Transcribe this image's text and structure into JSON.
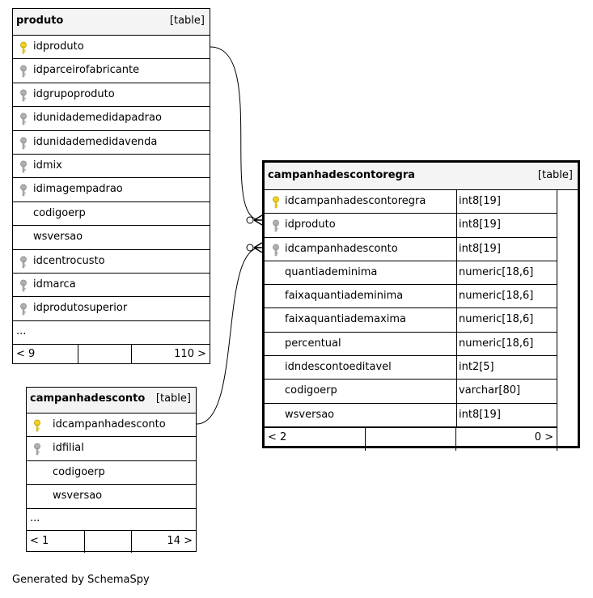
{
  "tables": {
    "produto": {
      "name": "produto",
      "kind": "[table]",
      "columns": [
        {
          "name": "idproduto",
          "key": "primary"
        },
        {
          "name": "idparceirofabricante",
          "key": "foreign"
        },
        {
          "name": "idgrupoproduto",
          "key": "foreign"
        },
        {
          "name": "idunidademedidapadrao",
          "key": "foreign"
        },
        {
          "name": "idunidademedidavenda",
          "key": "foreign"
        },
        {
          "name": "idmix",
          "key": "foreign"
        },
        {
          "name": "idimagempadrao",
          "key": "foreign"
        },
        {
          "name": "codigoerp",
          "key": "none"
        },
        {
          "name": "wsversao",
          "key": "none"
        },
        {
          "name": "idcentrocusto",
          "key": "foreign"
        },
        {
          "name": "idmarca",
          "key": "foreign"
        },
        {
          "name": "idprodutosuperior",
          "key": "foreign"
        }
      ],
      "ellipsis": "...",
      "footer_left": "< 9",
      "footer_right": "110 >"
    },
    "campanhadesconto": {
      "name": "campanhadesconto",
      "kind": "[table]",
      "columns": [
        {
          "name": "idcampanhadesconto",
          "key": "primary"
        },
        {
          "name": "idfilial",
          "key": "foreign"
        },
        {
          "name": "codigoerp",
          "key": "none"
        },
        {
          "name": "wsversao",
          "key": "none"
        }
      ],
      "ellipsis": "...",
      "footer_left": "< 1",
      "footer_right": "14 >"
    },
    "campanhadescontoregra": {
      "name": "campanhadescontoregra",
      "kind": "[table]",
      "columns": [
        {
          "name": "idcampanhadescontoregra",
          "type": "int8[19]",
          "key": "primary"
        },
        {
          "name": "idproduto",
          "type": "int8[19]",
          "key": "foreign"
        },
        {
          "name": "idcampanhadesconto",
          "type": "int8[19]",
          "key": "foreign"
        },
        {
          "name": "quantiademinima",
          "type": "numeric[18,6]",
          "key": "none"
        },
        {
          "name": "faixaquantiademinima",
          "type": "numeric[18,6]",
          "key": "none"
        },
        {
          "name": "faixaquantiademaxima",
          "type": "numeric[18,6]",
          "key": "none"
        },
        {
          "name": "percentual",
          "type": "numeric[18,6]",
          "key": "none"
        },
        {
          "name": "idndescontoeditavel",
          "type": "int2[5]",
          "key": "none"
        },
        {
          "name": "codigoerp",
          "type": "varchar[80]",
          "key": "none"
        },
        {
          "name": "wsversao",
          "type": "int8[19]",
          "key": "none"
        }
      ],
      "footer_left": "< 2",
      "footer_right": "0 >"
    }
  },
  "relationships": [
    {
      "from": "campanhadescontoregra.idproduto",
      "to": "produto.idproduto"
    },
    {
      "from": "campanhadescontoregra.idcampanhadesconto",
      "to": "campanhadesconto.idcampanhadesconto"
    }
  ],
  "colors": {
    "primary_key": "#f2d21b",
    "foreign_key": "#b0b0b0",
    "header_bg": "#f4f4f4"
  },
  "footer": "Generated by SchemaSpy"
}
